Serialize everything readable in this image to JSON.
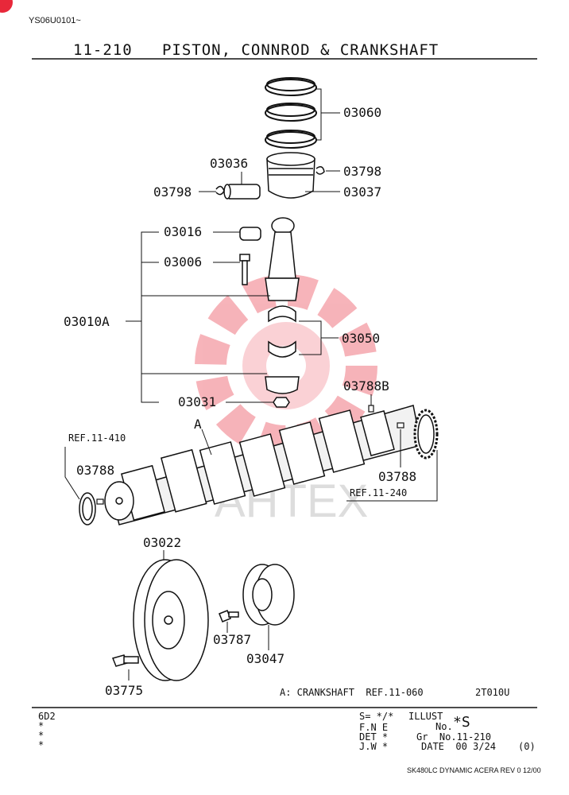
{
  "header": {
    "sheet_id": "YS06U0101~",
    "title": "11-210   PISTON, CONNROD & CRANKSHAFT"
  },
  "parts": {
    "p03060": "03060",
    "p03036": "03036",
    "p03798_right": "03798",
    "p03798_left": "03798",
    "p03037": "03037",
    "p03016": "03016",
    "p03006": "03006",
    "p03010A": "03010A",
    "p03050": "03050",
    "p03031": "03031",
    "p03788B": "03788B",
    "p03788_left": "03788",
    "p03788_right": "03788",
    "p03022": "03022",
    "p03787": "03787",
    "p03047": "03047",
    "p03775": "03775"
  },
  "refs": {
    "ref_11_410": "REF.11-410",
    "ref_11_240": "REF.11-240",
    "label_a": "A"
  },
  "notes": {
    "crankshaft_note": "A: CRANKSHAFT  REF.11-060",
    "illust_code": "2T010U"
  },
  "footer": {
    "left_code": "6D2",
    "left_mark_1": "*",
    "left_mark_2": "*",
    "left_mark_3": "*",
    "s_line": "S= */*",
    "fne": "F.N E",
    "det": "DET *",
    "jw": "J.W *",
    "illust": "ILLUST",
    "no": "No.",
    "no_val": "*S",
    "gr_no": "Gr  No.11-210",
    "date": "DATE  00 3/24",
    "date_rev": "(0)",
    "bottom_note": "SK480LC DYNAMIC ACERA REV 0 12/00"
  },
  "watermark": {
    "text": "АНТЕХ",
    "color": "#e8283a"
  }
}
